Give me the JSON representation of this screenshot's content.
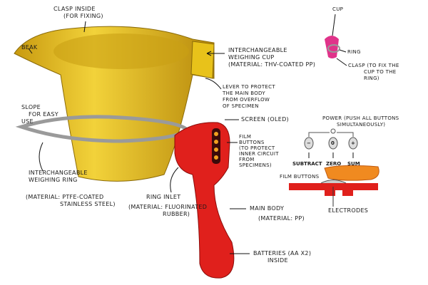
{
  "labels": {
    "clasp_inside": [
      "Clasp inside",
      "(for fixing)"
    ],
    "beak": "Beak",
    "weighing_cup": [
      "Interchangeable",
      "weighing cup",
      "(material: THV-coated PP)"
    ],
    "lever": [
      "Lever to protect",
      "the main body",
      "from overflow",
      "of specimen"
    ],
    "slope": [
      "Slope",
      "for easy",
      "use"
    ],
    "weighing_ring": [
      "Interchangeable",
      "weighing ring"
    ],
    "ring_material": [
      "(material: PTFE-coated",
      "stainless steel)"
    ],
    "screen": "Screen (OLED)",
    "film_buttons_note": [
      "Film",
      "buttons",
      "(to protect",
      "inner circuit",
      "from",
      "specimens)"
    ],
    "ring_inlet": "Ring inlet",
    "ring_inlet_material": [
      "(material: fluorinated",
      "rubber)"
    ],
    "main_body": "Main body",
    "main_body_material": "(material: PP)",
    "batteries": [
      "Batteries (AA x2)",
      "inside"
    ],
    "power": [
      "Power (push all buttons",
      "simultaneously)"
    ],
    "button_glyphs": [
      "−",
      "0",
      "+"
    ],
    "button_labels": [
      "Subtract",
      "Zero",
      "Sum"
    ],
    "film_buttons": "Film buttons",
    "electrodes": "Electrodes",
    "cup": "Cup",
    "ring": "Ring",
    "clasp": [
      "Clasp (to fix the",
      "cup to the",
      "ring)"
    ]
  },
  "colors": {
    "cup": "#e8c21a",
    "body": "#e0201c",
    "ring": "#b8b8b8",
    "finger": "#f08a20",
    "mini_cup": "#e0338a"
  }
}
